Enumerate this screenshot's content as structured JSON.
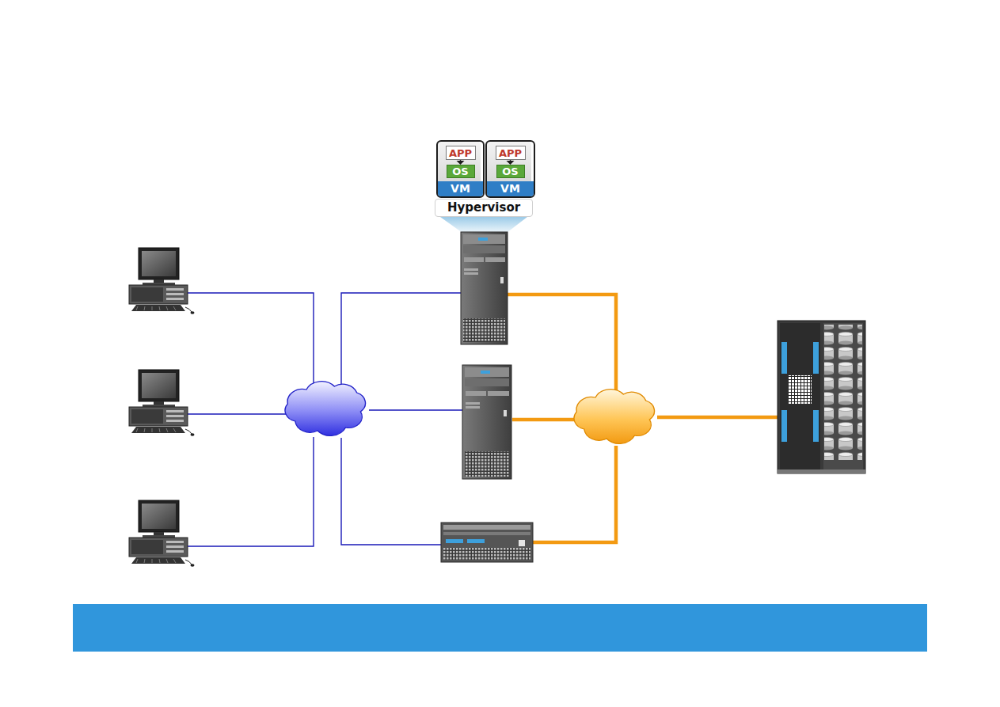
{
  "diagram": {
    "nodes": [
      {
        "text": [
          "VM"
        ]
      },
      {
        "text": [
          "APP"
        ],
        "in": 0
      },
      {
        "text": [
          "OS"
        ],
        "in": 0
      },
      {
        "text": [
          "VM"
        ]
      },
      {
        "text": [
          "APP"
        ],
        "in": 3
      },
      {
        "text": [
          "OS"
        ],
        "in": 3
      },
      {
        "text": [
          "Hypervisor"
        ]
      }
    ],
    "edges": [
      {
        "from": 1,
        "to": 2,
        "arrow": "to"
      },
      {
        "from": 4,
        "to": 5,
        "arrow": "to"
      }
    ]
  }
}
